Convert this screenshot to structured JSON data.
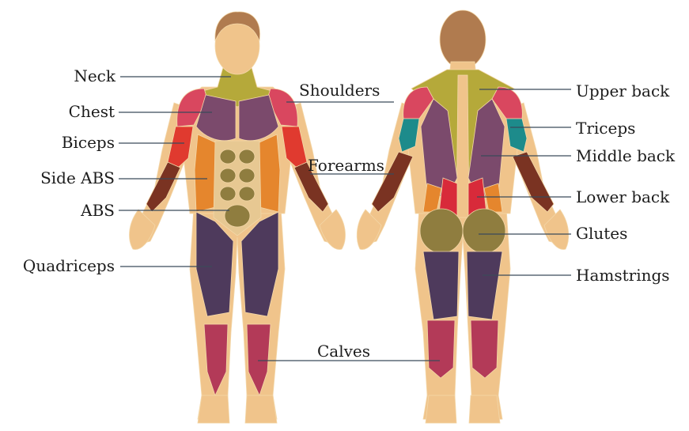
{
  "labels": {
    "neck": "Neck",
    "chest": "Chest",
    "biceps": "Biceps",
    "side_abs": "Side ABS",
    "abs": "ABS",
    "quadriceps": "Quadriceps",
    "shoulders": "Shoulders",
    "forearms": "Forearms",
    "calves": "Calves",
    "upper_back": "Upper back",
    "triceps": "Triceps",
    "middle_back": "Middle back",
    "lower_back": "Lower back",
    "glutes": "Glutes",
    "hamstrings": "Hamstrings"
  },
  "colors": {
    "skin": "#f0c48b",
    "hair": "#b07b4f",
    "neck_upper": "#b5a93a",
    "deltoid": "#d9475f",
    "pectoral": "#7b4a6c",
    "bicep": "#e03a2f",
    "forearm": "#7a3322",
    "oblique": "#e5862d",
    "abs": "#8f7d3f",
    "abs_bg": "#e7c892",
    "quad": "#4e3a5c",
    "calf": "#b33a58",
    "triceps": "#1d8b8b",
    "lat": "#7b4a6c",
    "lower_back": "#d82a3a",
    "glute": "#8f7d3f"
  }
}
